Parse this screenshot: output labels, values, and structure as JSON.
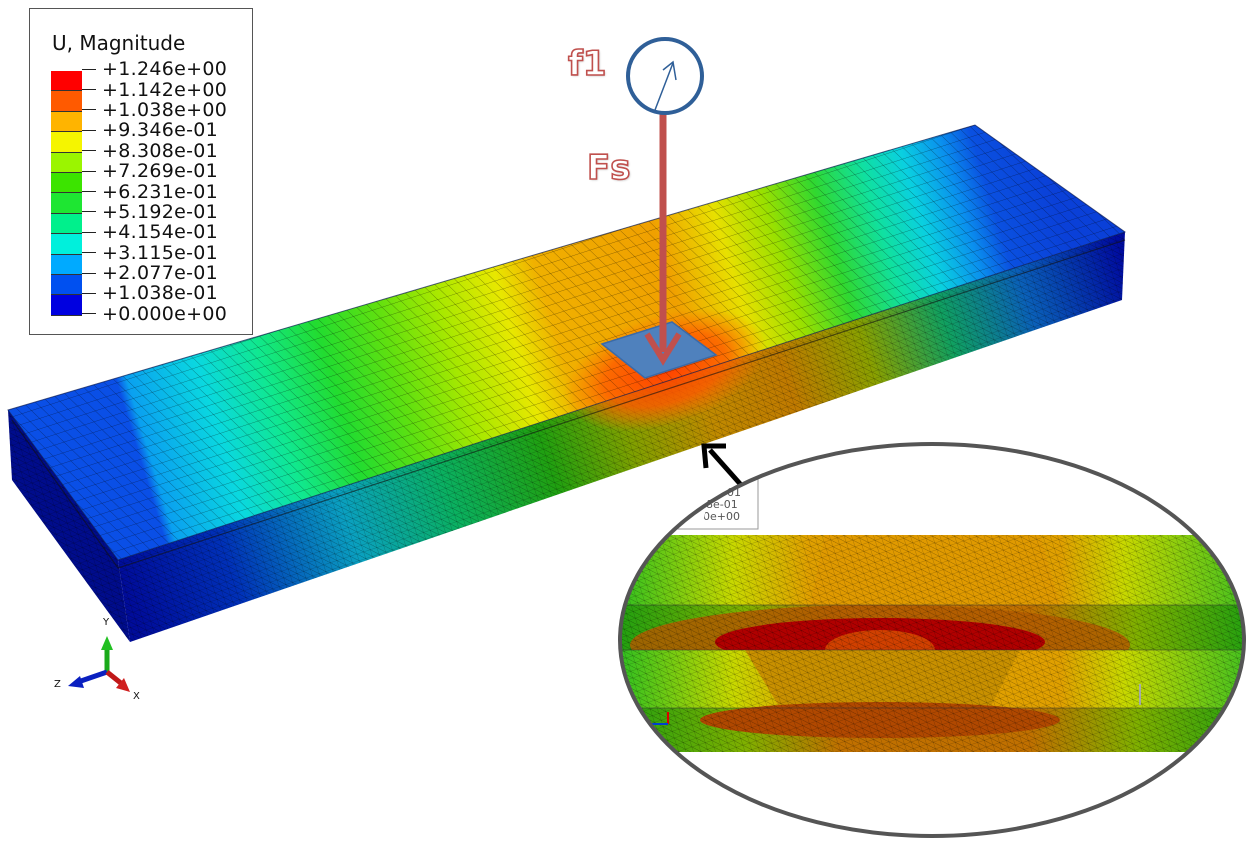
{
  "legend": {
    "title": "U, Magnitude",
    "entries": [
      {
        "value": "+1.246e+00",
        "color": "#ff0000"
      },
      {
        "value": "+1.142e+00",
        "color": "#ff5a00"
      },
      {
        "value": "+1.038e+00",
        "color": "#ffb400"
      },
      {
        "value": "+9.346e-01",
        "color": "#f5f500"
      },
      {
        "value": "+8.308e-01",
        "color": "#9bf500"
      },
      {
        "value": "+7.269e-01",
        "color": "#3ce400"
      },
      {
        "value": "+6.231e-01",
        "color": "#1ee632"
      },
      {
        "value": "+5.192e-01",
        "color": "#00f08c"
      },
      {
        "value": "+4.154e-01",
        "color": "#00f0dc"
      },
      {
        "value": "+3.115e-01",
        "color": "#00aaff"
      },
      {
        "value": "+2.077e-01",
        "color": "#0050f0"
      },
      {
        "value": "+1.038e-01",
        "color": "#0000e0"
      },
      {
        "value": "+0.000e+00",
        "color": ""
      }
    ]
  },
  "annotations": {
    "f1_label": "f1",
    "fs_label": "Fs",
    "arrow_color": "#c0504d",
    "circle_color": "#2f5f98",
    "load_pad_color": "#4f81bd"
  },
  "triad": {
    "x_label": "X",
    "y_label": "Y",
    "z_label": "Z"
  },
  "inset": {
    "partial_legend_lines": [
      "-01",
      "8e-01",
      "000e+00"
    ]
  }
}
